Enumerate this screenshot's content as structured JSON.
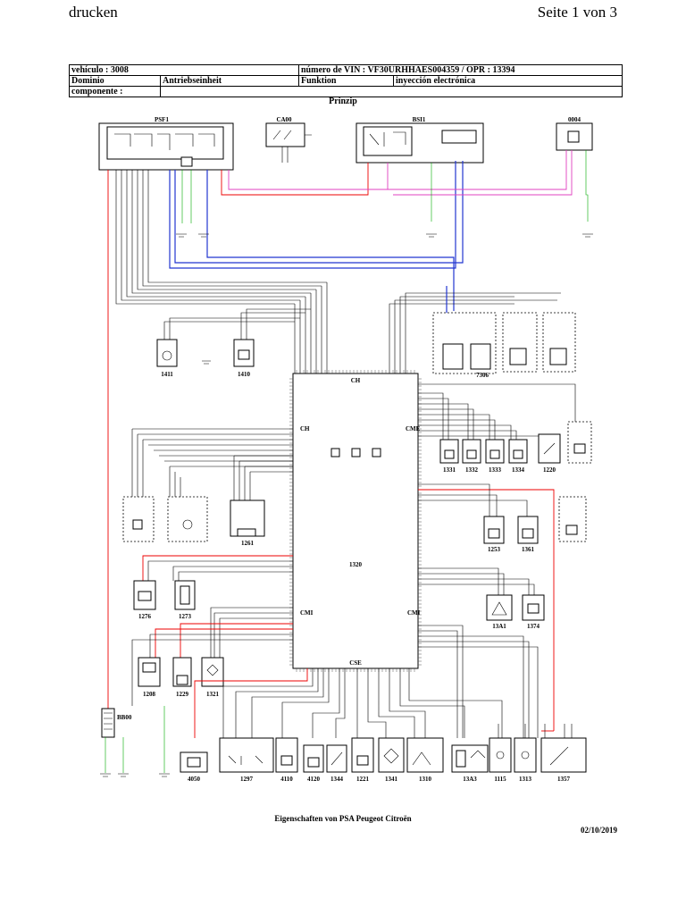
{
  "header": {
    "left": "drucken",
    "right": "Seite 1 von 3"
  },
  "info_table": {
    "vehicle": "vehículo : 3008",
    "vin": "número de VIN : VF30URHHAES004359 / OPR : 13394",
    "domain_label": "Dominio",
    "domain_value": "Antriebseinheit",
    "function_label": "Funktion",
    "function_value": "inyección electrónica",
    "component_label": "componente :"
  },
  "diagram_title": "Prinzip",
  "components": {
    "psf1": "PSF1",
    "ca00": "CA00",
    "bsi1": "BSI1",
    "c0004": "0004",
    "c1411": "1411",
    "c1410": "1410",
    "c7306": "7306",
    "ecu": "1320",
    "ecu_ch": "CH",
    "ecu_cme": "CME",
    "ecu_cmi": "CMI",
    "ecu_cse": "CSE",
    "c1331": "1331",
    "c1332": "1332",
    "c1333": "1333",
    "c1334": "1334",
    "c1220": "1220",
    "c1261": "1261",
    "c1253": "1253",
    "c1361": "1361",
    "c1276": "1276",
    "c1273": "1273",
    "c13a1": "13A1",
    "c1374": "1374",
    "c1208": "1208",
    "c1229": "1229",
    "c1321": "1321",
    "bb00": "BB00",
    "c4050": "4050",
    "c1297": "1297",
    "c4110": "4110",
    "c4120": "4120",
    "c1344": "1344",
    "c1221": "1221",
    "c1341": "1341",
    "c1310": "1310",
    "c13a3": "13A3",
    "c1115": "1115",
    "c1313": "1313",
    "c1357": "1357"
  },
  "footer": {
    "text": "Eigenschaften von PSA Peugeot Citroën",
    "date": "02/10/2019"
  }
}
